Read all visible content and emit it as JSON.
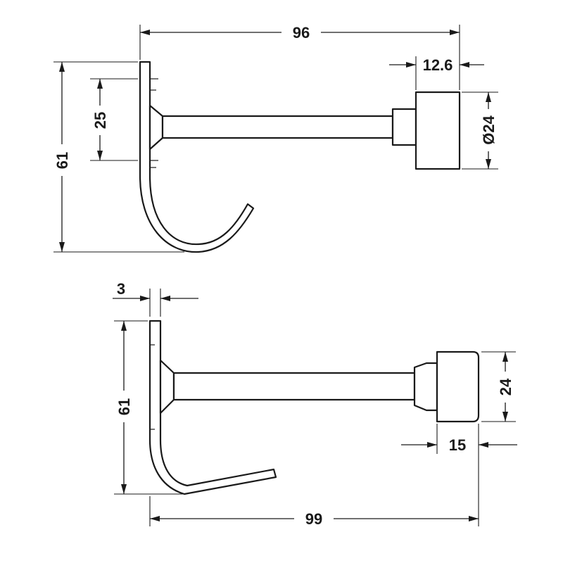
{
  "top_view": {
    "overall_length": "96",
    "cap_length": "12.6",
    "cap_diameter": "Ø24",
    "plate_span": "25",
    "height": "61"
  },
  "side_view": {
    "plate_thickness": "3",
    "cap_height": "24",
    "height": "61",
    "cap_length": "15",
    "overall_length": "99"
  },
  "colors": {
    "line": "#1a1a1a",
    "background": "#ffffff"
  }
}
